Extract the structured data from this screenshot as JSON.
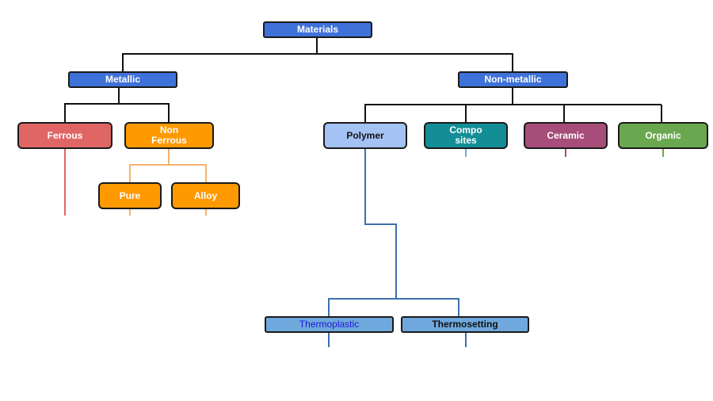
{
  "nodes": {
    "materials": "Materials",
    "metallic": "Metallic",
    "non_metallic": "Non-metallic",
    "ferrous": "Ferrous",
    "non_ferrous": "Non\nFerrous",
    "pure": "Pure",
    "alloy": "Alloy",
    "polymer": "Polymer",
    "composites": "Compo\nsites",
    "ceramic": "Ceramic",
    "organic": "Organic",
    "thermoplastic": "Thermoplastic",
    "thermosetting": "Thermosetting"
  },
  "colors": {
    "root": "#3f72d9",
    "ferrous": "#e06666",
    "non_ferrous": "#ff9900",
    "polymer": "#a4c2f4",
    "composites": "#138e96",
    "ceramic": "#a64d79",
    "organic": "#6aa84f",
    "polymer_sub": "#6fa8dc",
    "thermoplastic_text": "#1a1ad8",
    "connector": "#111111",
    "polymer_line": "#3d6fb0"
  }
}
